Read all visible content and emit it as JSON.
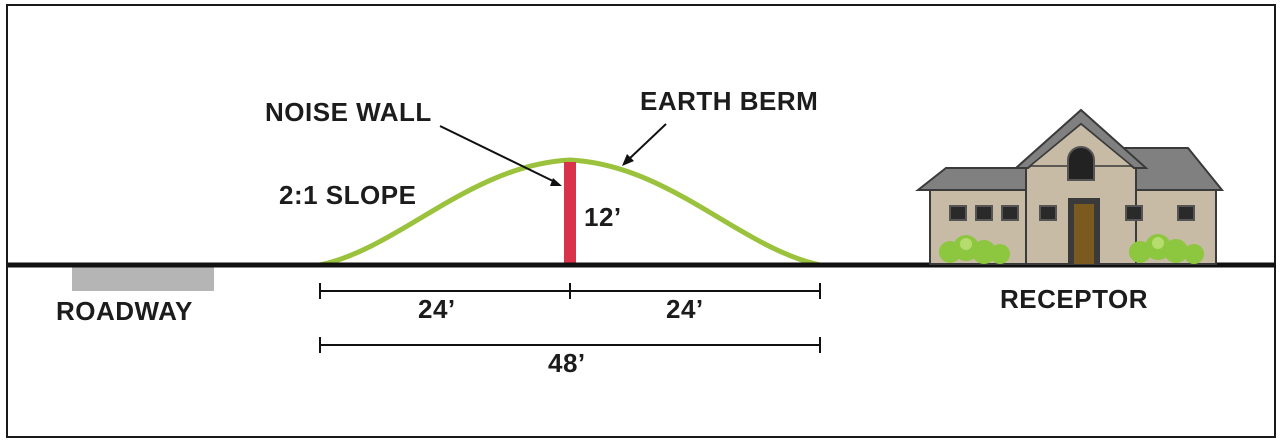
{
  "labels": {
    "noise_wall": "NOISE WALL",
    "earth_berm": "EARTH BERM",
    "slope": "2:1 SLOPE",
    "wall_height": "12’",
    "left_half_width": "24’",
    "right_half_width": "24’",
    "total_width": "48’",
    "roadway": "ROADWAY",
    "receptor": "RECEPTOR"
  },
  "colors": {
    "berm": "#9bc23c",
    "wall": "#d8334a",
    "ground": "#111111",
    "roadway": "#b5b5b5",
    "house_wall": "#c7bba5",
    "house_roof": "#808080",
    "bush": "#8dc63f",
    "door": "#7a5a1e"
  },
  "icons": {
    "house": "house-icon"
  }
}
